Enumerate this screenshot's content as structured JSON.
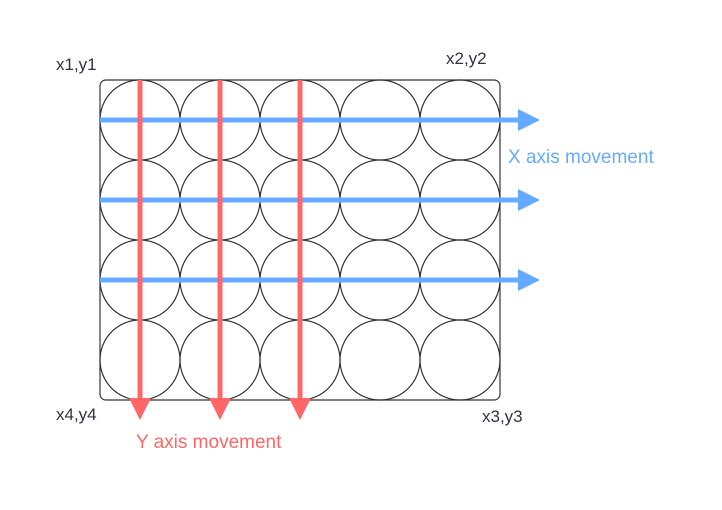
{
  "labels": {
    "top_left": "x1,y1",
    "top_right": "x2,y2",
    "bottom_right": "x3,y3",
    "bottom_left": "x4,y4",
    "x_axis": "X axis movement",
    "y_axis": "Y axis movement"
  },
  "grid": {
    "rows": 4,
    "columns": 5
  },
  "colors": {
    "outline": "#333333",
    "label_text": "#333340",
    "x_arrow": "#66aaff",
    "y_arrow": "#ff6666"
  }
}
